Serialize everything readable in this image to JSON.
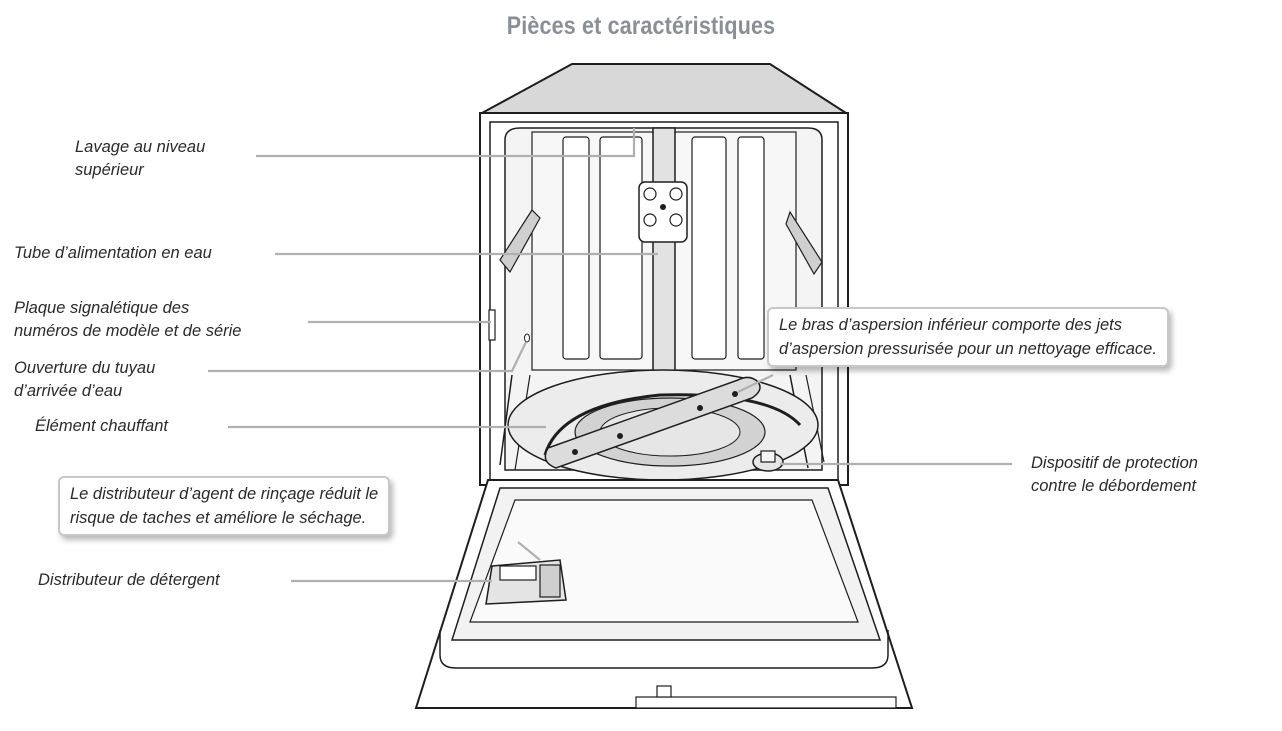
{
  "title": "Pièces et caractéristiques",
  "labels": {
    "upper_wash": [
      "Lavage au niveau",
      "supérieur"
    ],
    "water_tube": [
      "Tube d’alimentation en eau"
    ],
    "rating_plate": [
      "Plaque signalétique des",
      "numéros de modèle et de série"
    ],
    "inlet_opening": [
      "Ouverture du tuyau",
      "d’arrivée d’eau"
    ],
    "heating_element": [
      "Élément chauffant"
    ],
    "detergent_dispenser": [
      "Distributeur de détergent"
    ],
    "overfill_protector": [
      "Dispositif de protection",
      "contre le débordement"
    ]
  },
  "callouts": {
    "spray_arm": [
      "Le bras d’aspersion inférieur comporte des jets",
      "d’aspersion pressurisée pour un nettoyage efficace."
    ],
    "rinse_aid": [
      "Le distributeur d’agent de rinçage réduit le",
      "risque de taches et améliore le séchage."
    ]
  },
  "colors": {
    "title": "#8a8f96",
    "leader": "#b0b0b0",
    "outline": "#1e1e1e",
    "callout_border": "#c8c8c8"
  }
}
